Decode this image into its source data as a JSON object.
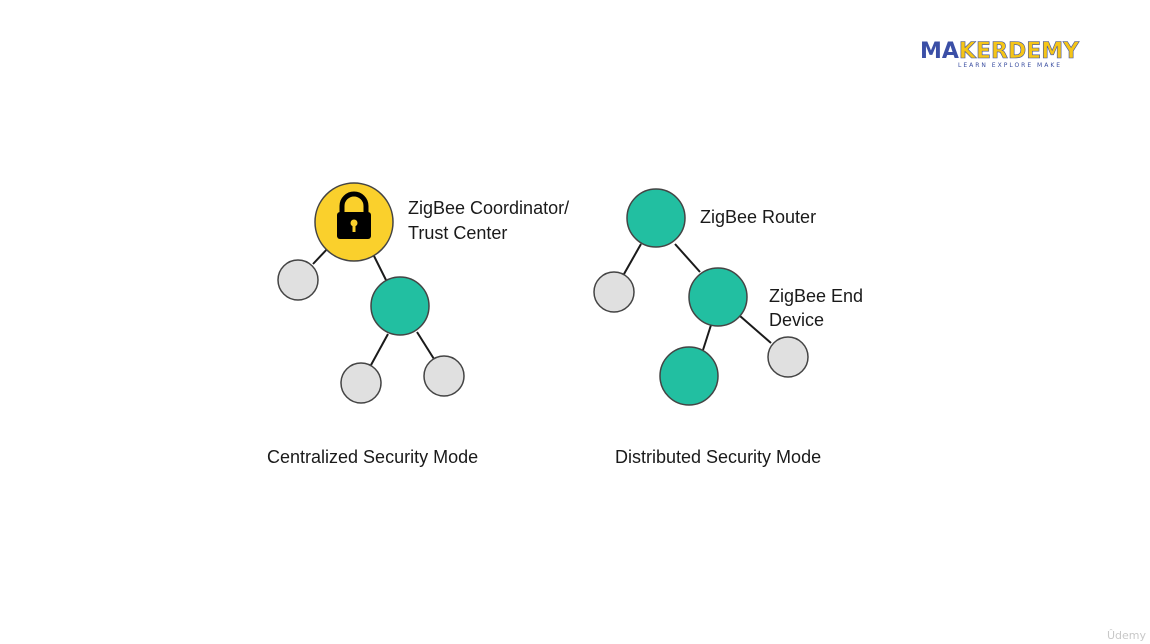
{
  "logo": {
    "word_part1": "MA",
    "word_part2": "KERDEMY",
    "tagline": "LEARN EXPLORE MAKE",
    "colors": {
      "blue": "#3b4fa6",
      "yellow": "#f5c518"
    }
  },
  "centralized": {
    "coordinator_label_line1": "ZigBee Coordinator/",
    "coordinator_label_line2": "Trust Center",
    "coordinator_icon": "lock-icon",
    "caption": "Centralized Security Mode"
  },
  "distributed": {
    "router_label": "ZigBee Router",
    "end_device_label_line1": "ZigBee End",
    "end_device_label_line2": "Device",
    "caption": "Distributed Security Mode"
  },
  "colors": {
    "coordinator": "#fad02c",
    "router": "#22bfa1",
    "end_device": "#e0e0e0",
    "edge": "#1a1a1a"
  },
  "watermark": "Ûdemy"
}
